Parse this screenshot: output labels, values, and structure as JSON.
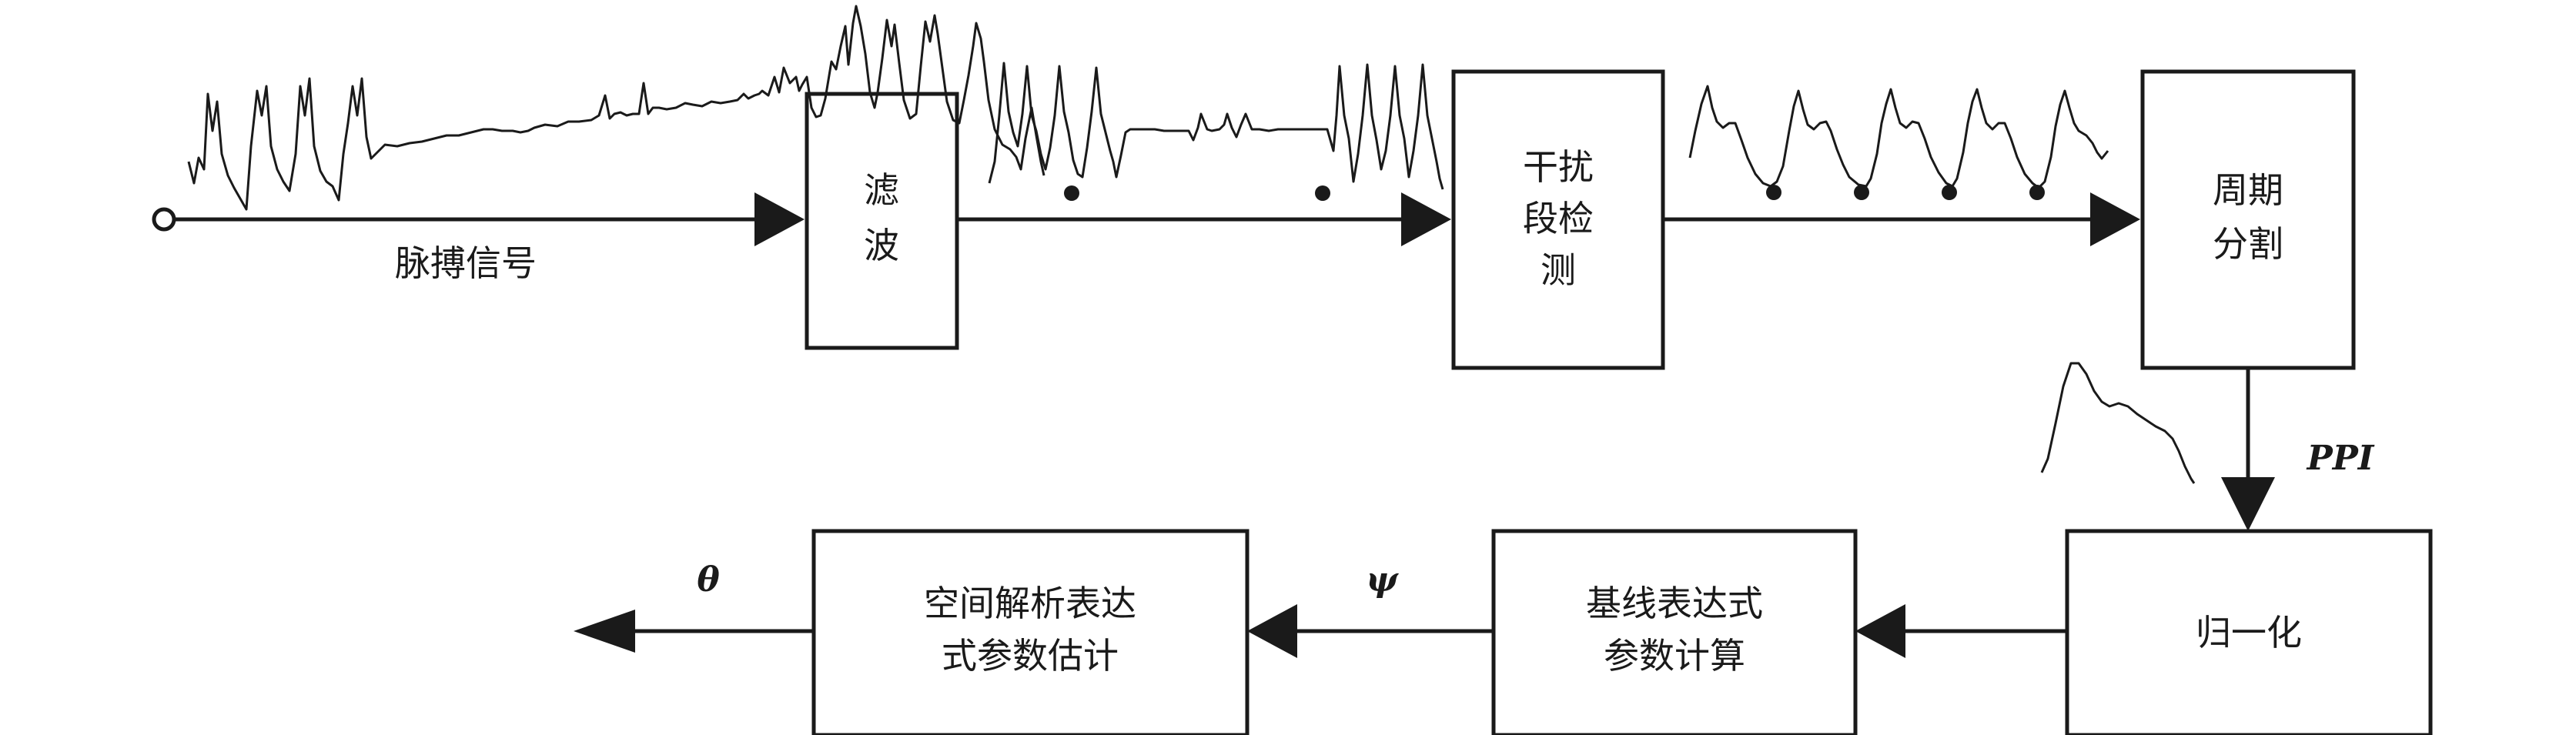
{
  "blocks": {
    "input_label": "脉搏信号",
    "filter": [
      "滤",
      "波"
    ],
    "interference": [
      "干扰",
      "段检",
      "测"
    ],
    "period": [
      "周期",
      "分割"
    ],
    "normalize": "归一化",
    "baseline": [
      "基线表达式",
      "参数计算"
    ],
    "spatial": [
      "空间解析表达",
      "式参数估计"
    ]
  },
  "signals": {
    "ppi": "PPI",
    "psi": "ψ",
    "theta": "θ"
  }
}
